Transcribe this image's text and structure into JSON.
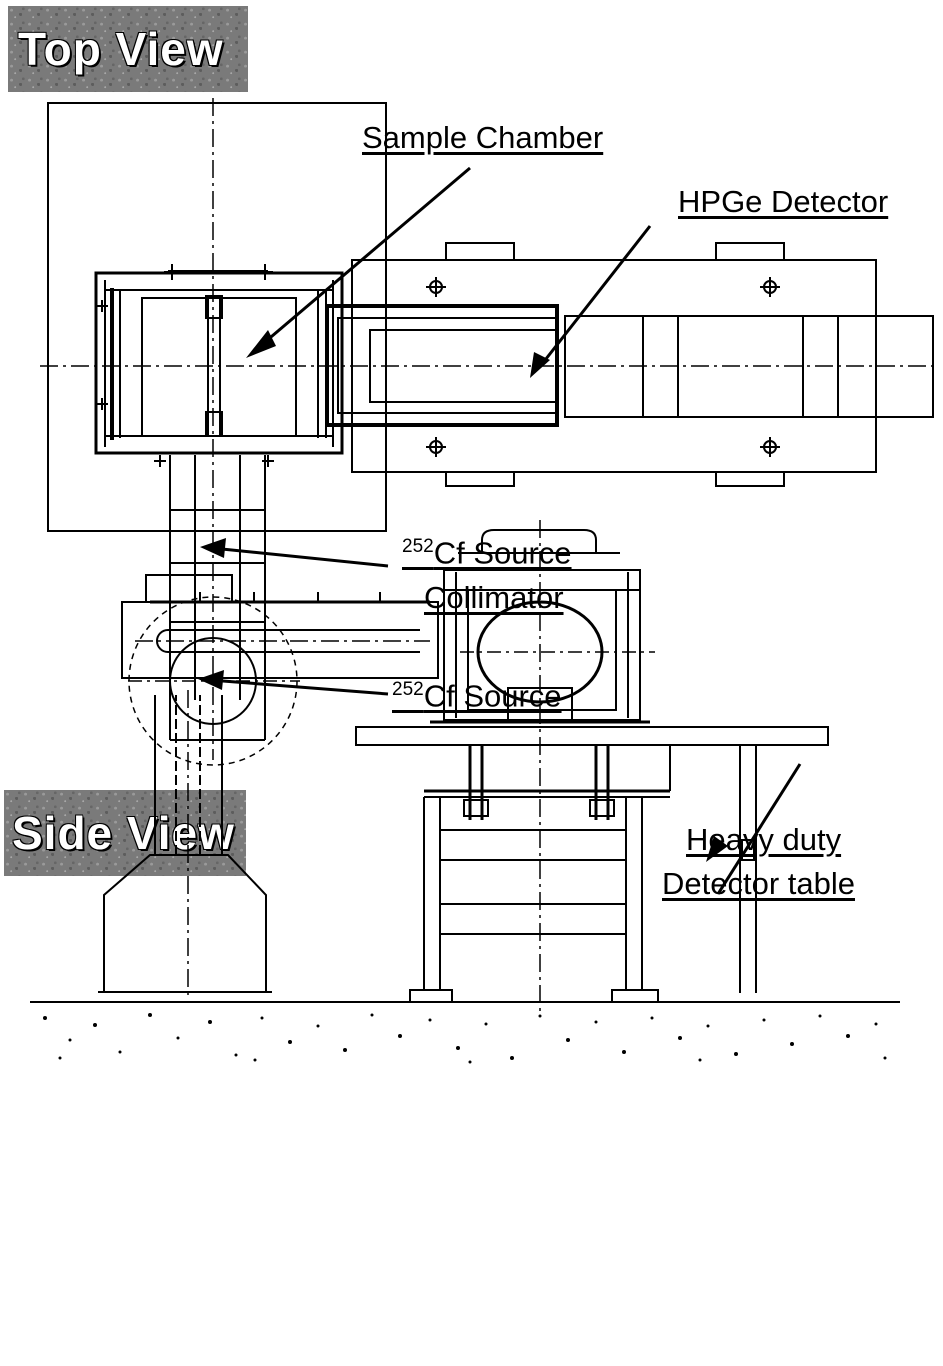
{
  "views": {
    "top_title": "Top View",
    "side_title": "Side View"
  },
  "labels": {
    "sample_chamber": "Sample Chamber",
    "hpge_detector": "HPGe Detector",
    "cf_collimator": {
      "isotope_mass": "252",
      "line1_text": "Cf Source",
      "line2": "Collimator"
    },
    "cf_source": {
      "isotope_mass": "252",
      "text": "Cf Source"
    },
    "detector_table": {
      "line1": "Heavy duty",
      "line2": "Detector table"
    }
  },
  "colors": {
    "line": "#000000",
    "title_fill": "#ffffff",
    "title_background": "#7a7a7a"
  }
}
